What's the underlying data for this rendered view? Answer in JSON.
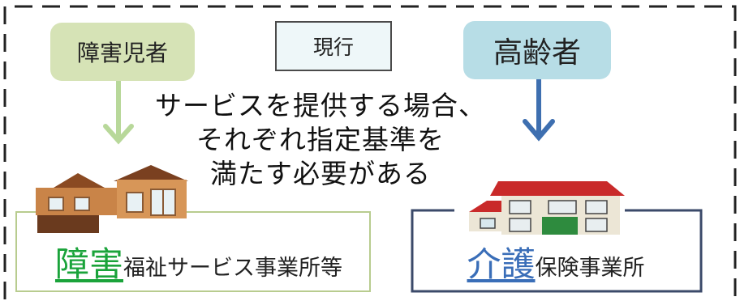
{
  "labels": {
    "disabled": "障害児者",
    "current": "現行",
    "elderly": "高齢者"
  },
  "center_text": {
    "line1": "サービスを提供する場合、",
    "line2": "それぞれ指定基準を",
    "line3": "満たす必要がある"
  },
  "facilities": {
    "disabled": {
      "big": "障害",
      "small": "福祉サービス事業所等"
    },
    "care": {
      "big": "介護",
      "small": "保険事業所"
    }
  },
  "colors": {
    "disabled_pill": "#d6e3b6",
    "elderly_pill": "#b7dde6",
    "green_big": "#1aa33a",
    "blue_big": "#3a6eb8",
    "green_arrow": "#b8d89a",
    "blue_arrow": "#3e6fb0"
  }
}
